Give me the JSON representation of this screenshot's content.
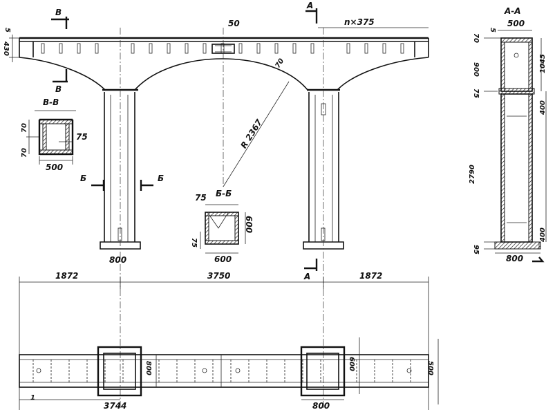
{
  "elevation": {
    "label_spacing": "n×375",
    "label_50": "50",
    "label_430": "430",
    "label_5": "5",
    "label_70": "70",
    "radius": "R 2367"
  },
  "sections": {
    "aa": {
      "title": "А-А",
      "width_top": "500",
      "dim_70": "70",
      "dim_5": "5",
      "dim_900": "900",
      "dim_75": "75",
      "dim_2790": "2790",
      "dim_95": "95",
      "dim_1045": "1045",
      "dim_400a": "400",
      "dim_400b": "400",
      "width_bottom": "800"
    },
    "vv": {
      "title": "В-В",
      "dim_70a": "70",
      "dim_70b": "70",
      "dim_75": "75",
      "width": "500"
    },
    "bb": {
      "title": "Б-Б",
      "dim_75a": "75",
      "dim_75b": "75",
      "dim_600h": "600",
      "width": "600"
    }
  },
  "cut_labels": {
    "b": "Б",
    "v": "В",
    "a": "А"
  },
  "columns": {
    "base_width_left": "800"
  },
  "plan": {
    "dim_left": "1872",
    "dim_center": "3750",
    "dim_right": "1872",
    "dim_3744": "3744",
    "dim_800": "800",
    "dim_800v": "800",
    "dim_600v": "600",
    "dim_500v": "500",
    "mark_1": "1"
  }
}
